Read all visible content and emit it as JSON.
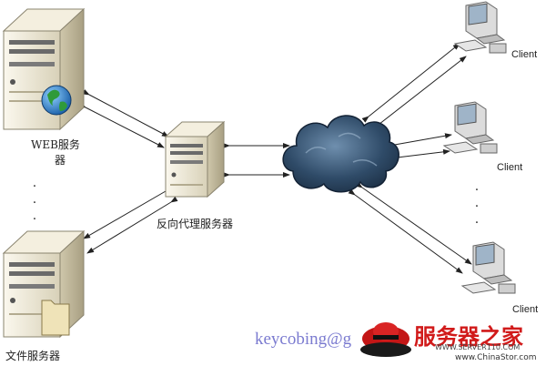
{
  "labels": {
    "web_server_line1": "WEB服务",
    "web_server_line2": "器",
    "file_server": "文件服务器",
    "reverse_proxy": "反向代理服务器",
    "client_1": "Client",
    "client_2": "Client",
    "client_3": "Client",
    "dots_left": "·\n·\n·",
    "dots_right": "·\n·\n·"
  },
  "watermark": {
    "author": "keycobing@g",
    "brand": "服务器之家",
    "brand_sub": "WWW.SERVER110.COM",
    "brand_url": "www.ChinaStor.com"
  },
  "colors": {
    "server_body": "#ece6d2",
    "cloud": "#2e4a66",
    "brand_red": "#d11a1a"
  }
}
